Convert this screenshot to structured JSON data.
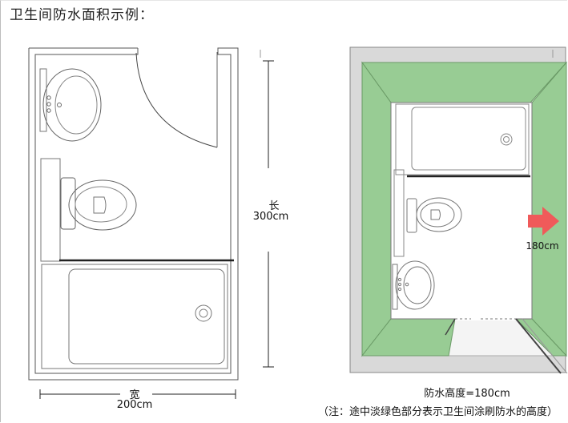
{
  "title": "卫生间防水面积示例：",
  "left_plan": {
    "length_label": "长",
    "length_value": "300cm",
    "width_label": "宽",
    "width_value": "200cm"
  },
  "right_plan": {
    "height_marker": "180cm",
    "caption": "防水高度=180cm",
    "note": "（注：途中淡绿色部分表示卫生间涂刷防水的高度）"
  },
  "colors": {
    "waterproof_green": "#98cc94",
    "arrow_red": "#f05a5a",
    "line": "#555555"
  }
}
